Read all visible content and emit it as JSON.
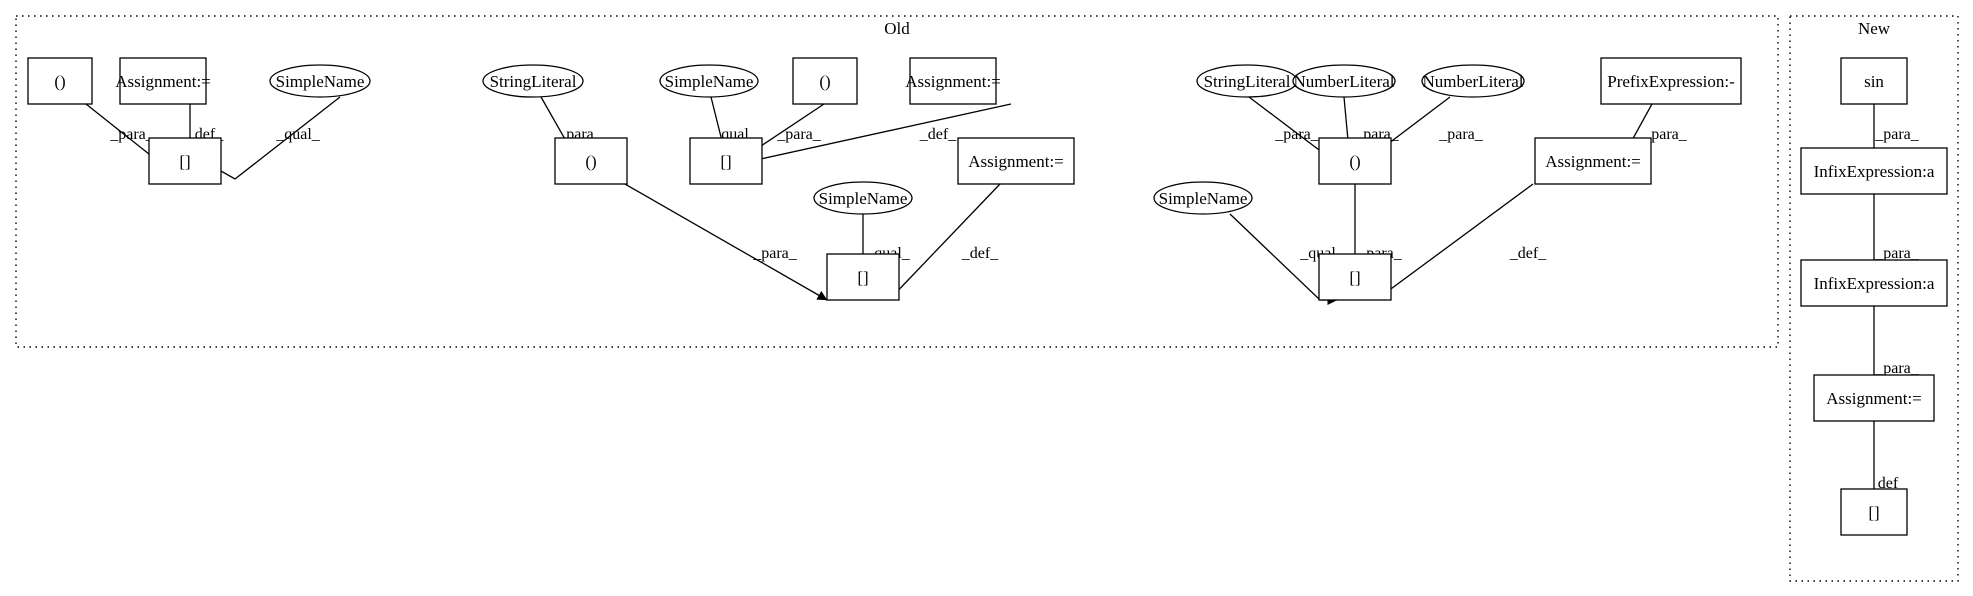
{
  "clusters": [
    {
      "id": "old",
      "label": "Old"
    },
    {
      "id": "new",
      "label": "New"
    }
  ],
  "nodes": [
    {
      "id": "o1",
      "label": "()",
      "shape": "box"
    },
    {
      "id": "o2",
      "label": "Assignment:=",
      "shape": "box"
    },
    {
      "id": "o3",
      "label": "SimpleName",
      "shape": "ellipse"
    },
    {
      "id": "o4",
      "label": "[]",
      "shape": "box"
    },
    {
      "id": "o5",
      "label": "StringLiteral",
      "shape": "ellipse"
    },
    {
      "id": "o6",
      "label": "()",
      "shape": "box"
    },
    {
      "id": "o7",
      "label": "SimpleName",
      "shape": "ellipse"
    },
    {
      "id": "o8",
      "label": "()",
      "shape": "box"
    },
    {
      "id": "o9",
      "label": "Assignment:=",
      "shape": "box"
    },
    {
      "id": "o10",
      "label": "[]",
      "shape": "box"
    },
    {
      "id": "o11",
      "label": "SimpleName",
      "shape": "ellipse"
    },
    {
      "id": "o12",
      "label": "Assignment:=",
      "shape": "box"
    },
    {
      "id": "o13",
      "label": "[]",
      "shape": "box"
    },
    {
      "id": "o14",
      "label": "StringLiteral",
      "shape": "ellipse"
    },
    {
      "id": "o15",
      "label": "NumberLiteral",
      "shape": "ellipse"
    },
    {
      "id": "o16",
      "label": "NumberLiteral",
      "shape": "ellipse"
    },
    {
      "id": "o17",
      "label": "PrefixExpression:-",
      "shape": "box"
    },
    {
      "id": "o18",
      "label": "SimpleName",
      "shape": "ellipse"
    },
    {
      "id": "o19",
      "label": "()",
      "shape": "box"
    },
    {
      "id": "o20",
      "label": "Assignment:=",
      "shape": "box"
    },
    {
      "id": "o21",
      "label": "[]",
      "shape": "box"
    },
    {
      "id": "n1",
      "label": "sin",
      "shape": "box"
    },
    {
      "id": "n2",
      "label": "InfixExpression:a",
      "shape": "box"
    },
    {
      "id": "n3",
      "label": "InfixExpression:a",
      "shape": "box"
    },
    {
      "id": "n4",
      "label": "Assignment:=",
      "shape": "box"
    },
    {
      "id": "n5",
      "label": "[]",
      "shape": "box"
    }
  ],
  "edges": [
    {
      "from": "o1",
      "to": "o4",
      "label": "_para_"
    },
    {
      "from": "o2",
      "to": "o4",
      "label": "_def_"
    },
    {
      "from": "o3",
      "to": "o4",
      "label": "_qual_"
    },
    {
      "from": "o5",
      "to": "o6",
      "label": "_para_"
    },
    {
      "from": "o7",
      "to": "o10",
      "label": "_qual_"
    },
    {
      "from": "o8",
      "to": "o10",
      "label": "_para_"
    },
    {
      "from": "o9",
      "to": "o10",
      "label": "_def_"
    },
    {
      "from": "o6",
      "to": "o13",
      "label": "_para_"
    },
    {
      "from": "o11",
      "to": "o13",
      "label": "_qual_"
    },
    {
      "from": "o12",
      "to": "o13",
      "label": "_def_"
    },
    {
      "from": "o14",
      "to": "o19",
      "label": "_para_"
    },
    {
      "from": "o15",
      "to": "o19",
      "label": "_para_"
    },
    {
      "from": "o16",
      "to": "o19",
      "label": "_para_"
    },
    {
      "from": "o17",
      "to": "o20",
      "label": "_para_"
    },
    {
      "from": "o18",
      "to": "o21",
      "label": "_qual_"
    },
    {
      "from": "o19",
      "to": "o21",
      "label": "_para_"
    },
    {
      "from": "o20",
      "to": "o21",
      "label": "_def_"
    },
    {
      "from": "n1",
      "to": "n2",
      "label": "_para_"
    },
    {
      "from": "n2",
      "to": "n3",
      "label": "_para_"
    },
    {
      "from": "n3",
      "to": "n4",
      "label": "_para_"
    },
    {
      "from": "n4",
      "to": "n5",
      "label": "_def_"
    }
  ]
}
